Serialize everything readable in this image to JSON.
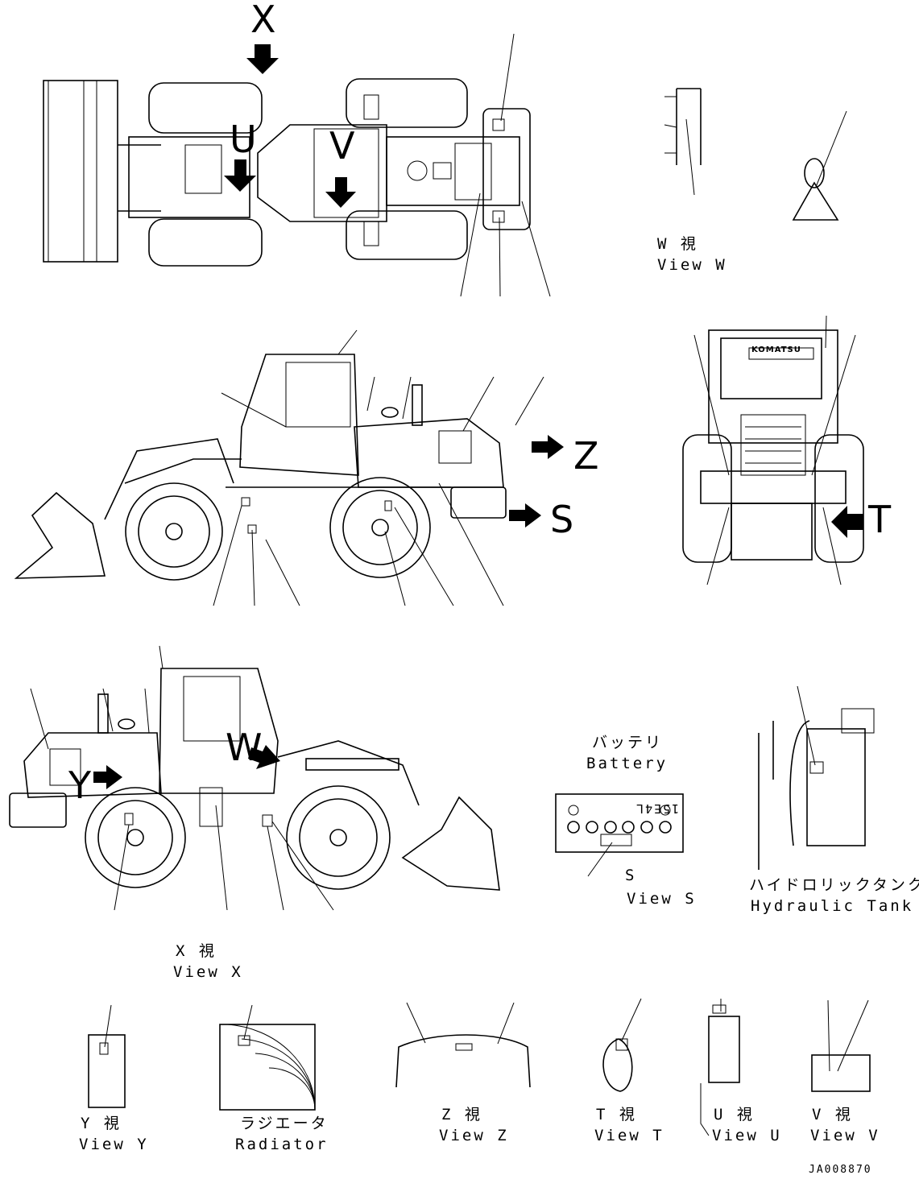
{
  "view_markers": {
    "x": "X",
    "v": "V",
    "u": "U",
    "z": "Z",
    "s": "S",
    "t": "T",
    "w": "W",
    "y": "Y"
  },
  "captions": {
    "view_w_jp": "W 視",
    "view_w_en": "View W",
    "battery_jp": "バッテリ",
    "battery_en": "Battery",
    "view_s_letter": "S",
    "view_s_en": "View S",
    "hydraulic_jp": "ハイドロリックタンク",
    "hydraulic_en": "Hydraulic Tank",
    "view_x_jp": "X 視",
    "view_x_en": "View X",
    "view_y_jp": "Y 視",
    "view_y_en": "View Y",
    "radiator_jp": "ラジエータ",
    "radiator_en": "Radiator",
    "view_z_jp": "Z 視",
    "view_z_en": "View Z",
    "view_t_jp": "T 視",
    "view_t_en": "View T",
    "view_u_jp": "U 視",
    "view_u_en": "View U",
    "view_v_jp": "V 視",
    "view_v_en": "View V"
  },
  "battery_marking": "15E4L",
  "brand_badge": "KOMATSU",
  "drawing_number": "JA008870"
}
